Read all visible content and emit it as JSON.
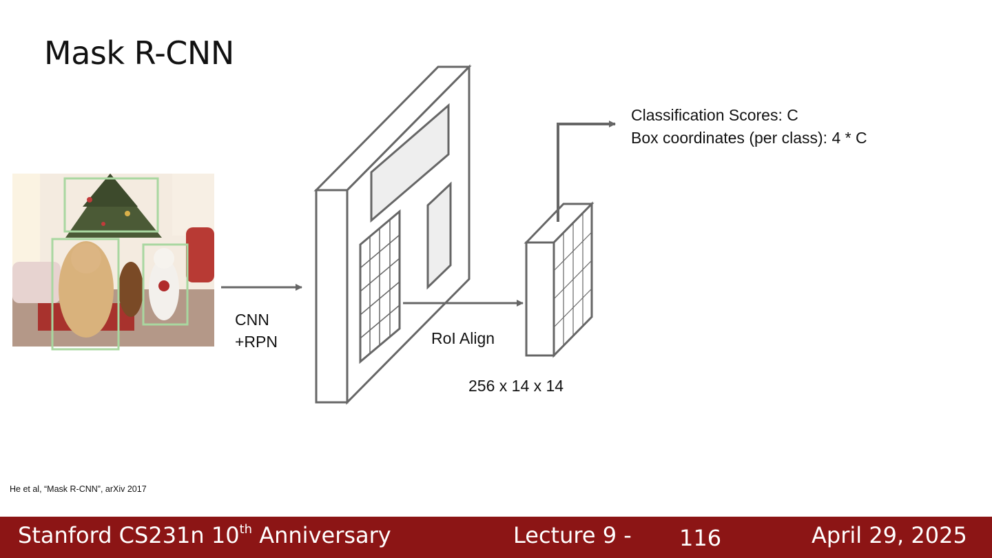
{
  "slide": {
    "title": "Mask R-CNN",
    "citation": "He et al, “Mask R-CNN”, arXiv 2017"
  },
  "diagram": {
    "labels": {
      "cnn": "CNN",
      "rpn": "+RPN",
      "roi_align": "RoI Align",
      "feature_size": "256 x 14 x 14",
      "classification": "Classification Scores: C",
      "box_coords": "Box coordinates (per class): 4 * C"
    },
    "image_description_icon": "photo-dogs-cat-christmas-tree",
    "colors": {
      "stroke": "#666666",
      "bbox": "#a9d7a0",
      "fill": "#eeeeee"
    }
  },
  "footer": {
    "course": "Stanford CS231n 10",
    "course_sup": "th",
    "course_suffix": " Anniversary",
    "lecture": "Lecture 9 -",
    "page": "116",
    "date": "April 29, 2025"
  }
}
